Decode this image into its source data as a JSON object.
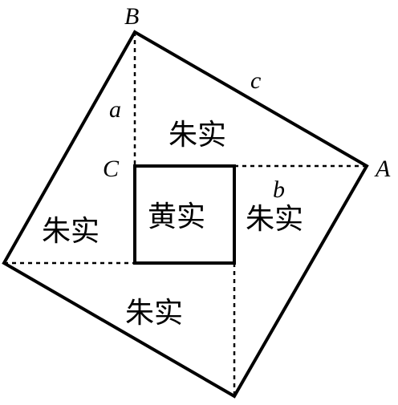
{
  "points": {
    "B": "B",
    "A": "A",
    "C": "C"
  },
  "sides": {
    "a": "a",
    "b": "b",
    "c": "c"
  },
  "regions": {
    "red_top": "朱实",
    "red_left": "朱实",
    "red_right": "朱实",
    "red_bottom": "朱实",
    "yellow_center": "黄实"
  }
}
